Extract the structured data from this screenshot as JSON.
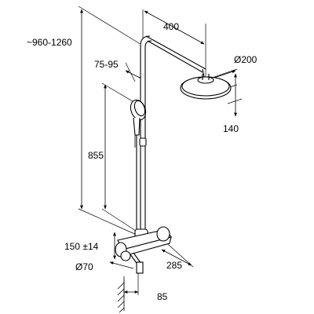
{
  "diagram": {
    "subject": "Shower system with overhead shower, hand shower and thermostatic mixer",
    "dimensions": {
      "arm_length": "400",
      "total_height": "~960-1260",
      "hand_shower_offset": "75-95",
      "overhead_diameter": "Ø200",
      "overhead_drop": "140",
      "rail_height": "855",
      "inlet_spacing": "150 ±14",
      "wall_rose_diameter": "Ø70",
      "mixer_depth": "285",
      "wall_to_rail": "85"
    }
  }
}
